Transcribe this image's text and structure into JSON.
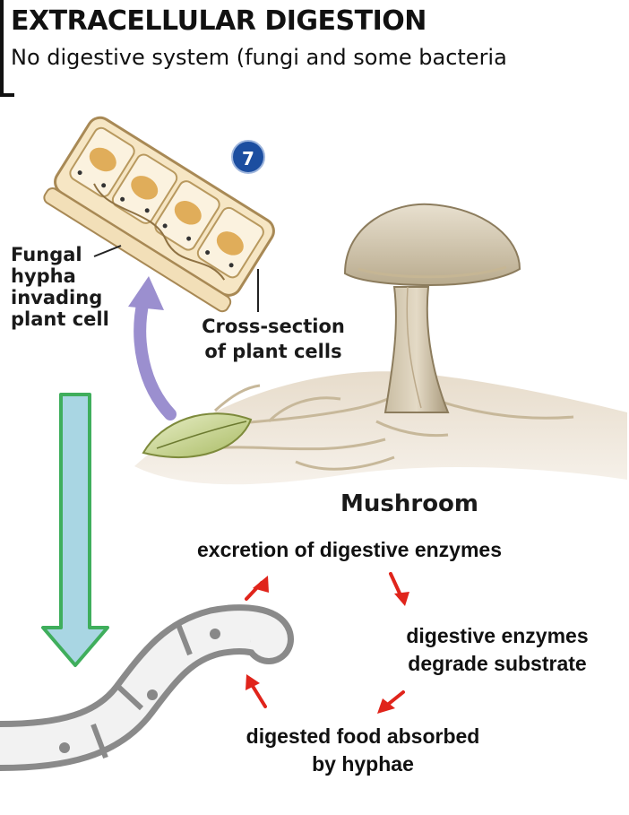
{
  "header": {
    "title": "EXTRACELLULAR DIGESTION",
    "subtitle": "No digestive system (fungi and some bacteria"
  },
  "figure": {
    "step_badge": "7",
    "fungal_label_lines": [
      "Fungal",
      "hypha",
      "invading",
      "plant cell"
    ],
    "cross_section_label_lines": [
      "Cross-section",
      "of plant cells"
    ],
    "mushroom_label": "Mushroom"
  },
  "cycle": {
    "excretion": "excretion of digestive enzymes",
    "degrade_lines": [
      "digestive enzymes",
      "degrade substrate"
    ],
    "absorb_lines": [
      "digested food absorbed",
      "by hyphae"
    ]
  },
  "colors": {
    "cycle_arrow": "#e0241b",
    "down_arrow_fill": "#a9d6e3",
    "down_arrow_stroke": "#3fae5c",
    "curved_arrow": "#9b8fcf",
    "hypha_wall": "#8a8a8a"
  }
}
